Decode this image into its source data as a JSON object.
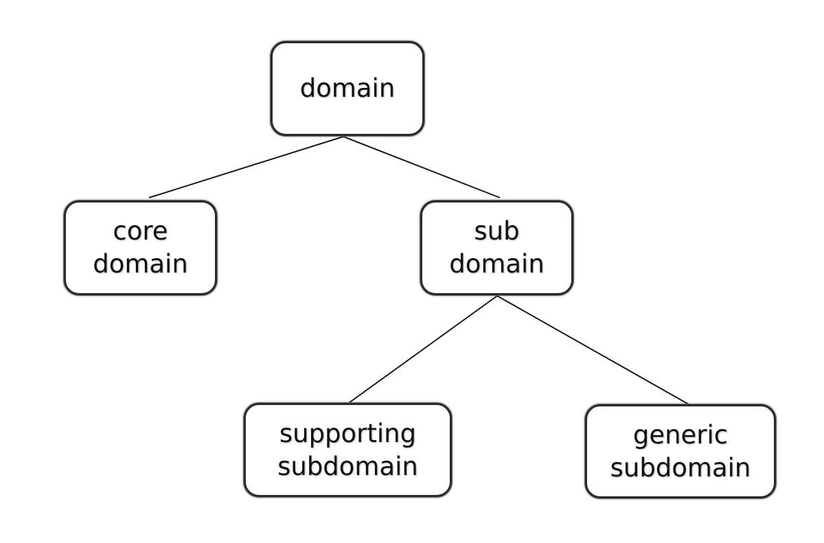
{
  "nodes": {
    "domain": {
      "label": "domain"
    },
    "core_domain": {
      "label": "core\ndomain"
    },
    "sub_domain": {
      "label": "sub\ndomain"
    },
    "supporting_subdomain": {
      "label": "supporting\nsubdomain"
    },
    "generic_subdomain": {
      "label": "generic\nsubdomain"
    }
  },
  "edges": [
    {
      "from": "domain",
      "to": "core_domain"
    },
    {
      "from": "domain",
      "to": "sub_domain"
    },
    {
      "from": "sub_domain",
      "to": "supporting_subdomain"
    },
    {
      "from": "sub_domain",
      "to": "generic_subdomain"
    }
  ],
  "colors": {
    "border": "#2a2a2a",
    "line": "#1a1a1a",
    "text": "#111111",
    "background": "#ffffff"
  }
}
